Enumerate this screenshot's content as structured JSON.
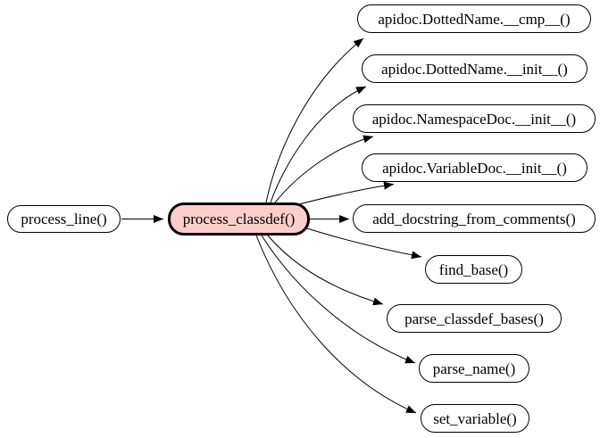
{
  "diagram": {
    "type": "call-graph",
    "background_color": "#ffffff",
    "edge_color": "#000000",
    "node_border_color": "#000000",
    "node_fill": "#ffffff",
    "focus_fill": "#fccecb"
  },
  "nodes": {
    "caller": {
      "label": "process_line()"
    },
    "focus": {
      "label": "process_classdef()"
    },
    "callees": [
      {
        "label": "apidoc.DottedName.__cmp__()"
      },
      {
        "label": "apidoc.DottedName.__init__()"
      },
      {
        "label": "apidoc.NamespaceDoc.__init__()"
      },
      {
        "label": "apidoc.VariableDoc.__init__()"
      },
      {
        "label": "add_docstring_from_comments()"
      },
      {
        "label": "find_base()"
      },
      {
        "label": "parse_classdef_bases()"
      },
      {
        "label": "parse_name()"
      },
      {
        "label": "set_variable()"
      }
    ]
  },
  "edges": [
    {
      "from": "process_line()",
      "to": "process_classdef()"
    },
    {
      "from": "process_classdef()",
      "to": "apidoc.DottedName.__cmp__()"
    },
    {
      "from": "process_classdef()",
      "to": "apidoc.DottedName.__init__()"
    },
    {
      "from": "process_classdef()",
      "to": "apidoc.NamespaceDoc.__init__()"
    },
    {
      "from": "process_classdef()",
      "to": "apidoc.VariableDoc.__init__()"
    },
    {
      "from": "process_classdef()",
      "to": "add_docstring_from_comments()"
    },
    {
      "from": "process_classdef()",
      "to": "find_base()"
    },
    {
      "from": "process_classdef()",
      "to": "parse_classdef_bases()"
    },
    {
      "from": "process_classdef()",
      "to": "parse_name()"
    },
    {
      "from": "process_classdef()",
      "to": "set_variable()"
    }
  ]
}
